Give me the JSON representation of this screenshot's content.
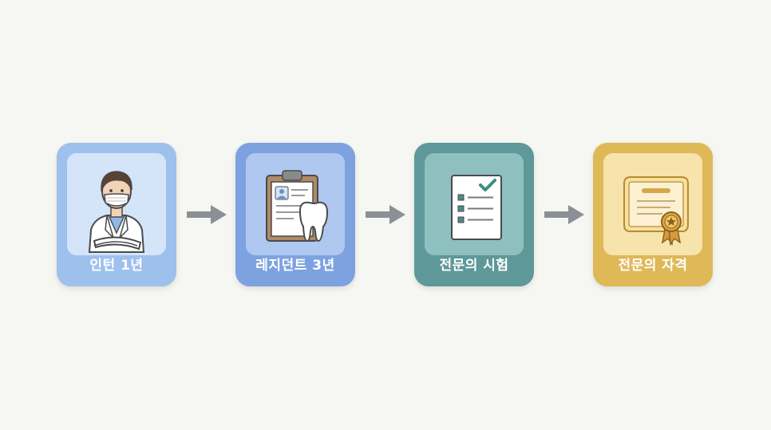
{
  "steps": [
    {
      "label": "인턴 1년",
      "icon": "doctor-icon",
      "color": "#9ec0ec"
    },
    {
      "label": "레지던트 3년",
      "icon": "clipboard-tooth-icon",
      "color": "#7ea2e0"
    },
    {
      "label": "전문의 시험",
      "icon": "checklist-icon",
      "color": "#5e9898"
    },
    {
      "label": "전문의 자격",
      "icon": "certificate-icon",
      "color": "#dfb858"
    }
  ],
  "arrow_color": "#8c8f94"
}
